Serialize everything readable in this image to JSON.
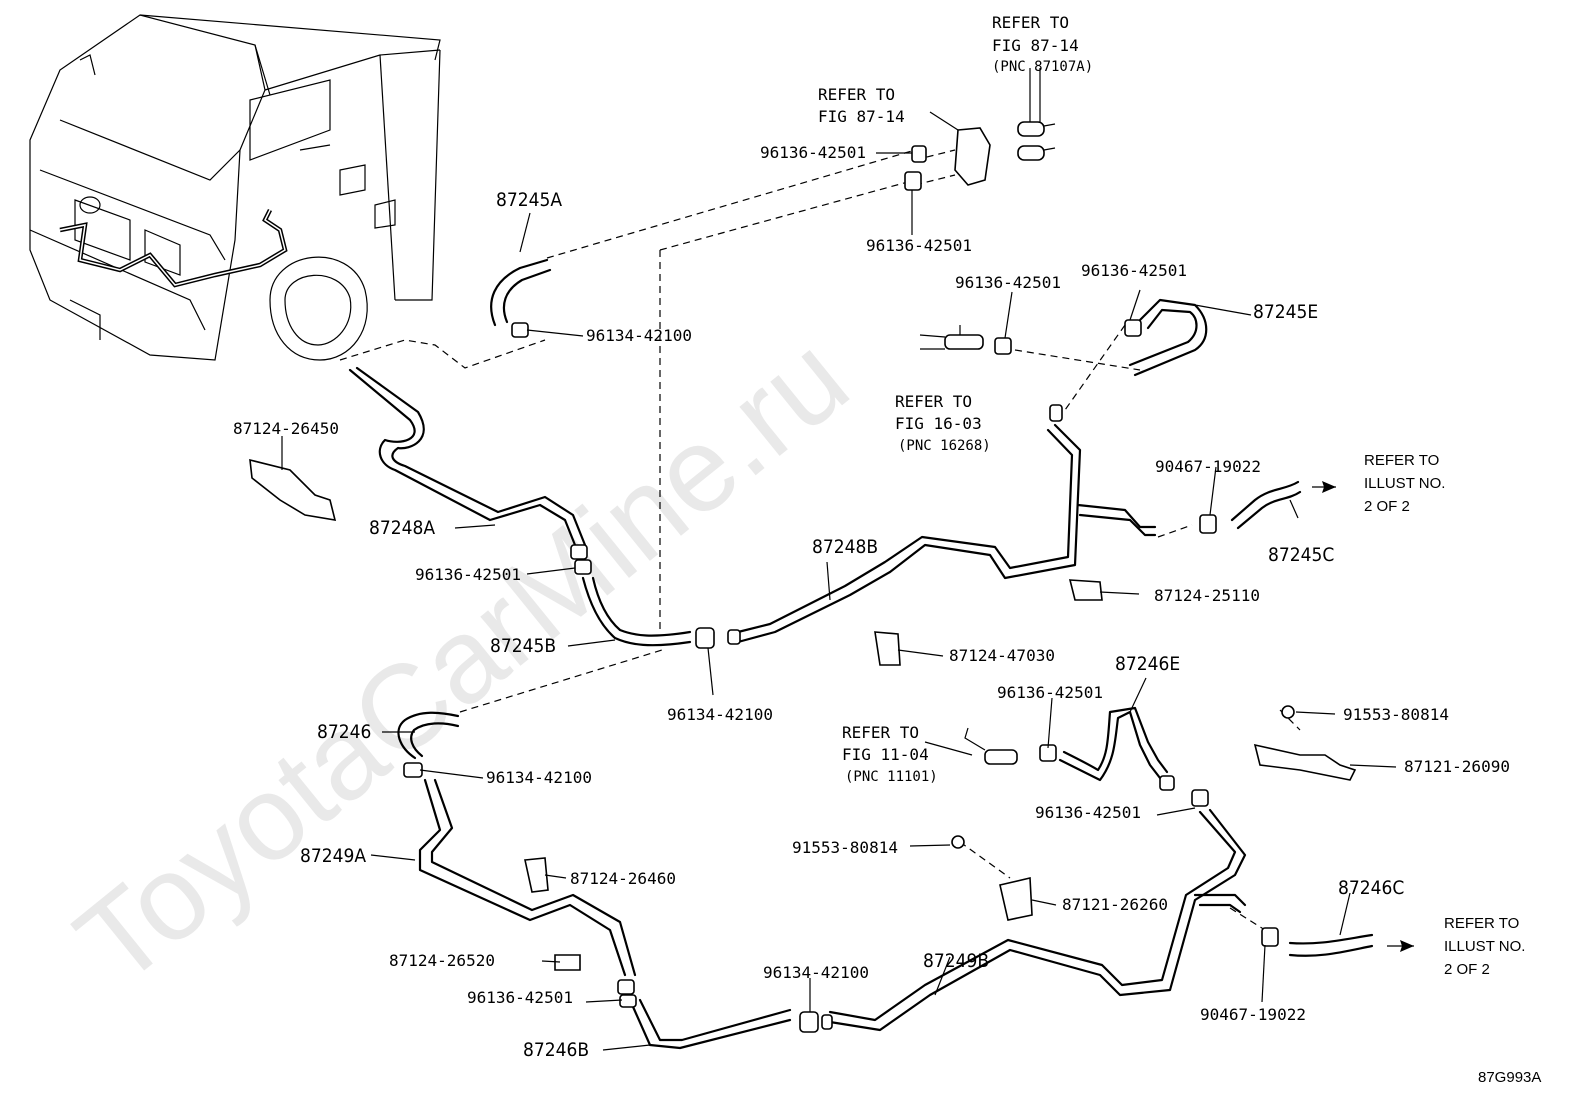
{
  "watermark": "ToyotaCarMine.ru",
  "diagram_code": "87G993A",
  "refs": {
    "r1": [
      "REFER TO",
      "FIG 87-14",
      "(PNC 87107A)"
    ],
    "r2": [
      "REFER TO",
      "FIG 87-14"
    ],
    "r3": [
      "REFER TO",
      "FIG 16-03",
      "(PNC 16268)"
    ],
    "r4": [
      "REFER TO",
      "ILLUST NO.",
      "2 OF 2"
    ],
    "r5": [
      "REFER TO",
      "FIG 11-04",
      "(PNC 11101)"
    ],
    "r6": [
      "REFER TO",
      "ILLUST NO.",
      "2 OF 2"
    ]
  },
  "labels": {
    "p87245A": "87245A",
    "p87245E": "87245E",
    "p87245C": "87245C",
    "p87245B": "87245B",
    "p87248A": "87248A",
    "p87248B": "87248B",
    "p87246": "87246",
    "p87246E": "87246E",
    "p87246C": "87246C",
    "p87246B": "87246B",
    "p87249A": "87249A",
    "p87249B": "87249B",
    "c1": "96136-42501",
    "c2": "96136-42501",
    "c3": "96136-42501",
    "c4": "96136-42501",
    "c5": "96134-42100",
    "c6": "87124-26450",
    "c7": "90467-19022",
    "c8": "96136-42501",
    "c9": "87124-25110",
    "c10": "87124-47030",
    "c11": "96134-42100",
    "c12": "96136-42501",
    "c13": "91553-80814",
    "c14": "87121-26090",
    "c15": "96134-42100",
    "c16": "96136-42501",
    "c17": "91553-80814",
    "c18": "87124-26460",
    "c19": "87121-26260",
    "c20": "87124-26520",
    "c21": "96134-42100",
    "c22": "96136-42501",
    "c23": "90467-19022"
  }
}
